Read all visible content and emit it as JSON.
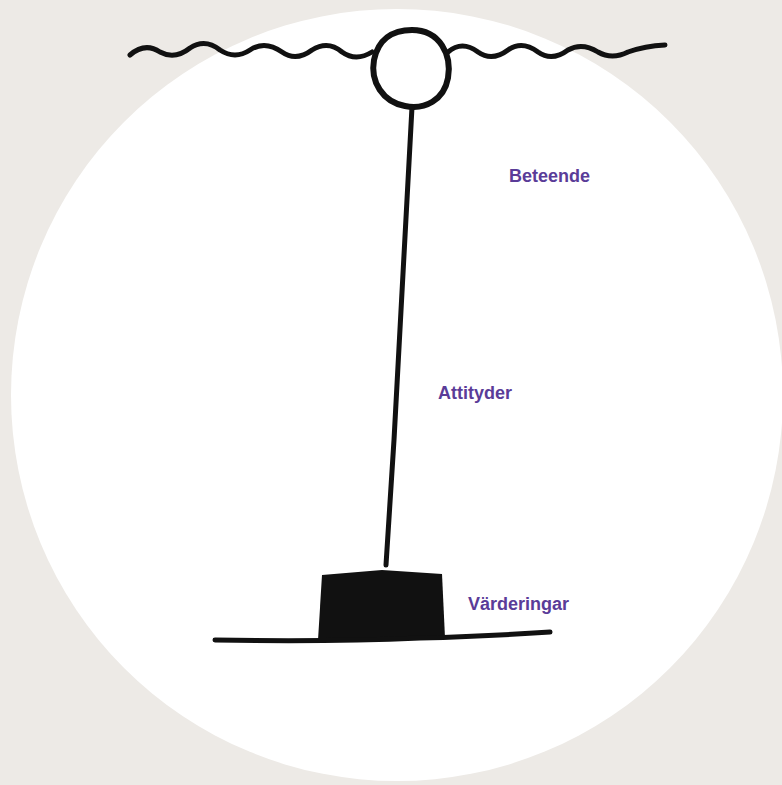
{
  "diagram": {
    "labels": [
      "Beteende",
      "Attityder",
      "Värderingar"
    ]
  }
}
